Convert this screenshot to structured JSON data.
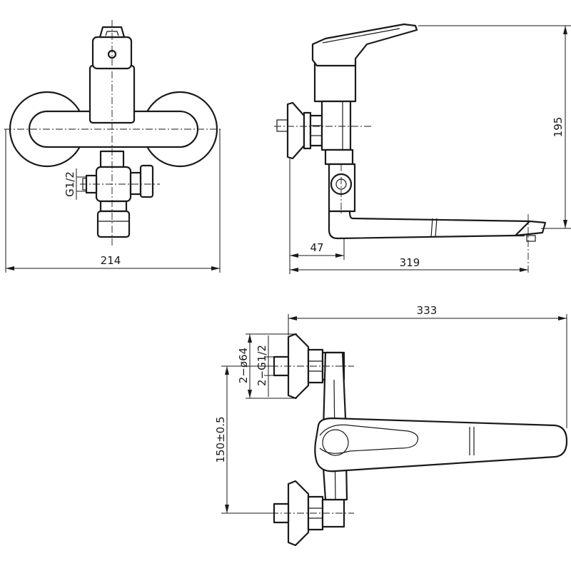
{
  "drawing": {
    "front_view": {
      "width_label": "214",
      "inlet_thread_label": "G1/2"
    },
    "side_view": {
      "height_label": "195",
      "wall_to_spout_label": "47",
      "reach_label": "319"
    },
    "top_view": {
      "overall_length_label": "333",
      "flange_diameter_label": "2−ø64",
      "inlet_thread_label": "2−G1/2",
      "center_distance_label": "150±0.5"
    }
  }
}
